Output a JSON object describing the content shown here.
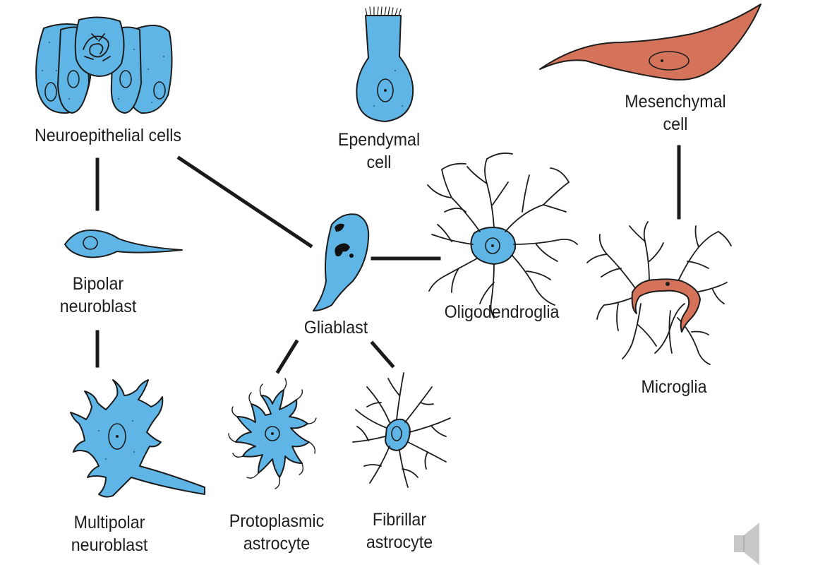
{
  "colors": {
    "glia_cell": "#5fb6e6",
    "mesenchymal_cell": "#d4735a",
    "outline": "#1c1c1c",
    "connector": "#1a1a1a",
    "speaker_icon": "#c8c8c8"
  },
  "labels": {
    "neuroepithelial": "Neuroepithelial cells",
    "ependymal": "Ependymal\ncell",
    "mesenchymal": "Mesenchymal\ncell",
    "bipolar": "Bipolar\nneuroblast",
    "gliablast": "Gliablast",
    "oligodendroglia": "Oligodendroglia",
    "microglia": "Microglia",
    "multipolar": "Multipolar\nneuroblast",
    "protoplasmic": "Protoplasmic\nastrocyte",
    "fibrillar": "Fibrillar\nastrocyte"
  },
  "icons": {
    "audio": "speaker-icon"
  }
}
